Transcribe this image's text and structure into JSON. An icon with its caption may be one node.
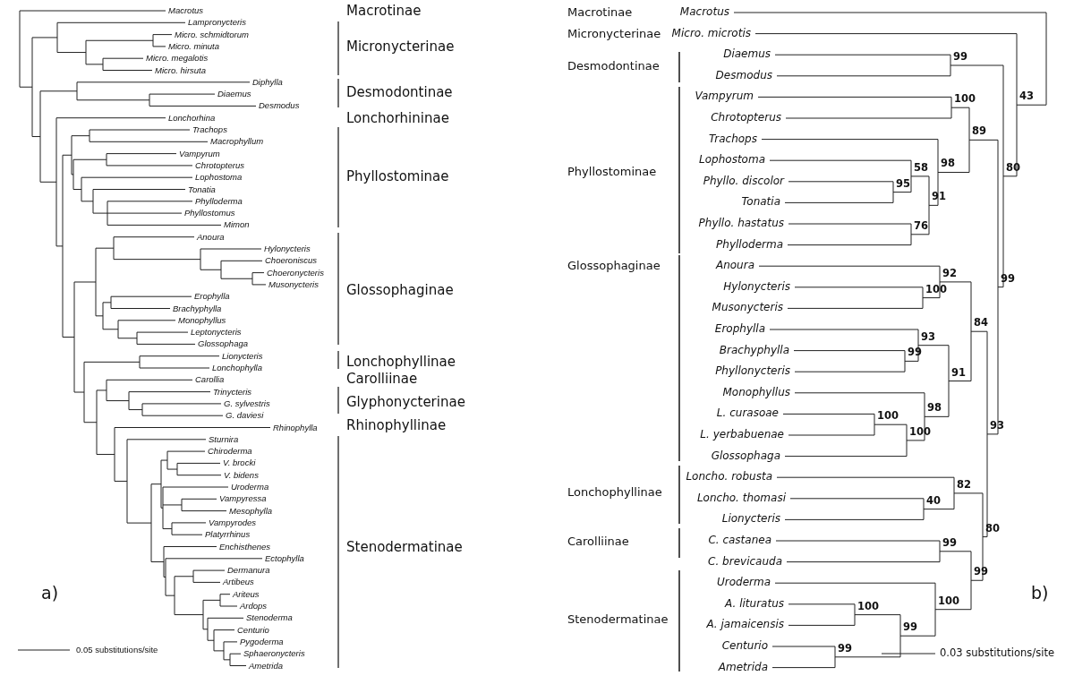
{
  "diagram": {
    "labels": [
      "Macrotus",
      "Lampronycteris",
      "Micro. schmidtorum",
      "Micro. minuta",
      "Micro. megalotis",
      "Micro. hirsuta",
      "Diphylla",
      "Diaemus",
      "Desmodus",
      "Lonchorhina",
      "Trachops",
      "Macrophyllum",
      "Vampyrum",
      "Chrotopterus",
      "Lophostoma",
      "Tonatia",
      "Phylloderma",
      "Phyllostomus",
      "Mimon",
      "Anoura",
      "Hylonycteris",
      "Choeroniscus",
      "Choeronycteris",
      "Musonycteris",
      "Erophylla",
      "Brachyphylla",
      "Monophyllus",
      "Leptonycteris",
      "Glossophaga",
      "Lionycteris",
      "Lonchophylla",
      "Carollia",
      "Trinycteris",
      "G. sylvestris",
      "G. daviesi",
      "Rhinophylla",
      "Sturnira",
      "Chiroderma",
      "V. brocki",
      "V. bidens",
      "Uroderma",
      "Vampyressa",
      "Mesophylla",
      "Vampyrodes",
      "Platyrrhinus",
      "Enchisthenes",
      "Ectophylla",
      "Dermanura",
      "Artibeus",
      "Ariteus",
      "Ardops",
      "Stenoderma",
      "Centurio",
      "Pygoderma",
      "Sphaeronycteris",
      "Ametrida",
      "Macrotinae",
      "Micronycterinae",
      "Desmodontinae",
      "Lonchorhininae",
      "Phyllostominae",
      "Glossophaginae",
      "Lonchophyllinae",
      "Carolliinae",
      "Glyphonycterinae",
      "Rhinophyllinae",
      "Stenodermatinae",
      "a)",
      "0.05 substitutions/site",
      "Macrotinae",
      "Micronycterinae",
      "Desmodontinae",
      "Phyllostominae",
      "Glossophaginae",
      "Lonchophyllinae",
      "Carolliinae",
      "Stenodermatinae",
      "Macrotus",
      "Micro. microtis",
      "Diaemus",
      "Desmodus",
      "Vampyrum",
      "Chrotopterus",
      "Trachops",
      "Lophostoma",
      "Phyllo. discolor",
      "Tonatia",
      "Phyllo. hastatus",
      "Phylloderma",
      "Anoura",
      "Hylonycteris",
      "Musonycteris",
      "Erophylla",
      "Brachyphylla",
      "Phyllonycteris",
      "Monophyllus",
      "L. curasoae",
      "L. yerbabuenae",
      "Glossophaga",
      "Loncho. robusta",
      "Loncho. thomasi",
      "Lionycteris",
      "C. castanea",
      "C. brevicauda",
      "Uroderma",
      "A. lituratus",
      "A. jamaicensis",
      "Centurio",
      "Ametrida",
      "99",
      "43",
      "100",
      "89",
      "98",
      "58",
      "95",
      "91",
      "80",
      "76",
      "92",
      "100",
      "99",
      "84",
      "93",
      "99",
      "91",
      "100",
      "98",
      "100",
      "93",
      "82",
      "40",
      "80",
      "99",
      "99",
      "100",
      "100",
      "99",
      "99",
      "b)",
      "0.03 substitutions/site"
    ]
  }
}
